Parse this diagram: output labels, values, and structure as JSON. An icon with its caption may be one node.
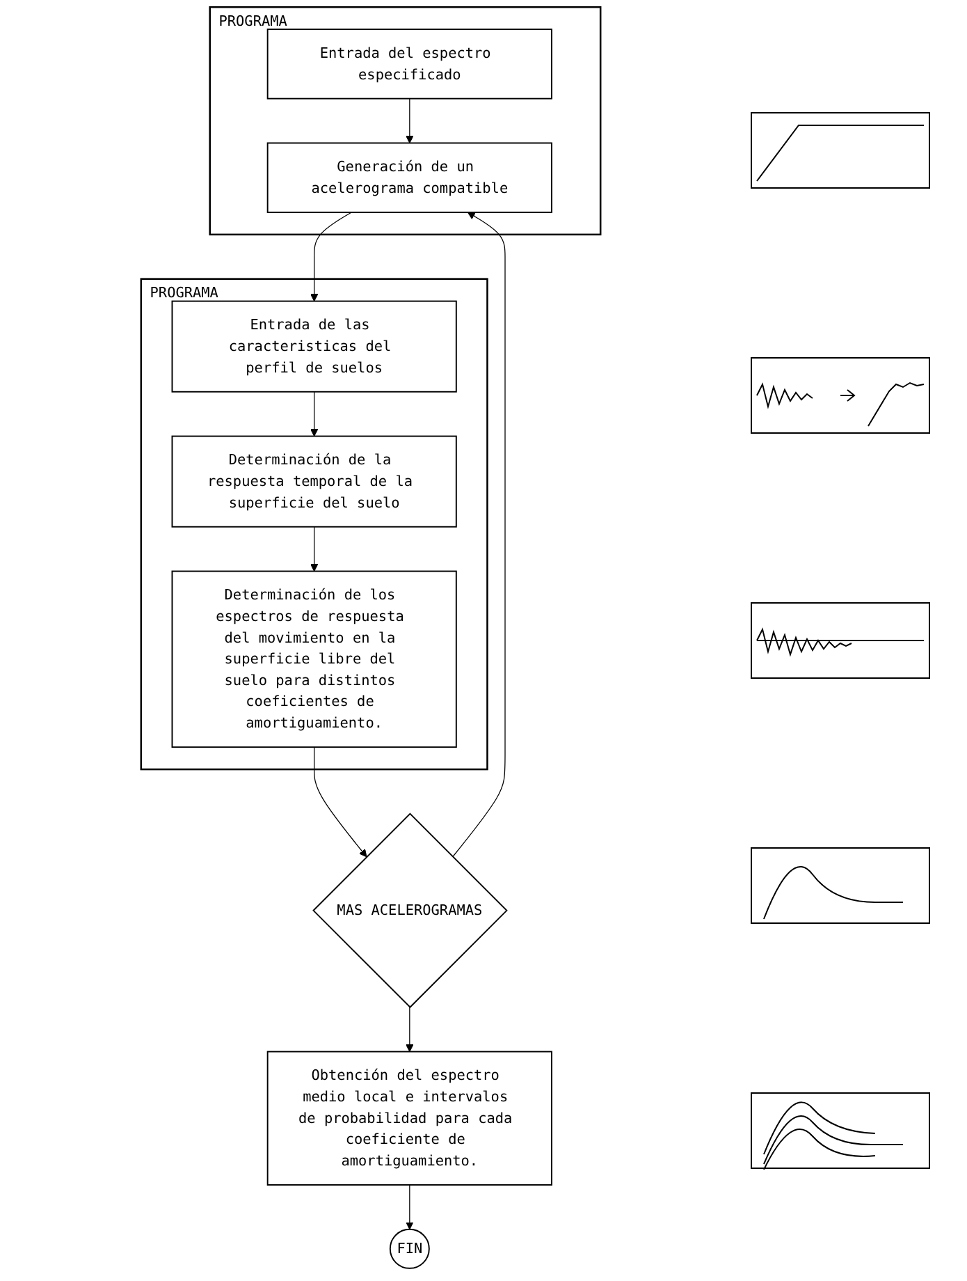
{
  "diagram": {
    "nodes": [
      {
        "text": [
          "PROGRAMA"
        ]
      },
      {
        "text": [
          "Entrada del espectro especificado"
        ],
        "in": 0
      },
      {
        "text": [
          "Generación de un acelerograma compatible"
        ],
        "in": 0
      },
      {
        "text": [
          "PROGRAMA"
        ]
      },
      {
        "text": [
          "Entrada de las caracteristicas del perfil de suelos"
        ],
        "in": 3
      },
      {
        "text": [
          "Determinación de la respuesta temporal de la superficie del suelo"
        ],
        "in": 3
      },
      {
        "text": [
          "Determinación de los espectros de respuesta del movimiento en la superficie libre del suelo para distintos coeficientes de amortiguamiento."
        ],
        "in": 3
      },
      {
        "text": [
          "MAS ACELEROGRAMAS"
        ]
      },
      {
        "text": [
          "Obtención del espectro medio local e intervalos de probabilidad para cada coeficiente de amortiguamiento."
        ]
      },
      {
        "text": [
          "FIN"
        ]
      }
    ],
    "edges": [
      {
        "from": 1,
        "to": 2,
        "arrow": "to"
      },
      {
        "from": 2,
        "to": 4,
        "arrow": "to"
      },
      {
        "from": 4,
        "to": 5,
        "arrow": "to"
      },
      {
        "from": 5,
        "to": 6,
        "arrow": "to"
      },
      {
        "from": 6,
        "to": 7,
        "arrow": "to"
      },
      {
        "from": 7,
        "to": 2,
        "arrow": "to"
      },
      {
        "from": 7,
        "to": 8,
        "arrow": "to"
      },
      {
        "from": 8,
        "to": 9,
        "arrow": "to"
      }
    ]
  }
}
